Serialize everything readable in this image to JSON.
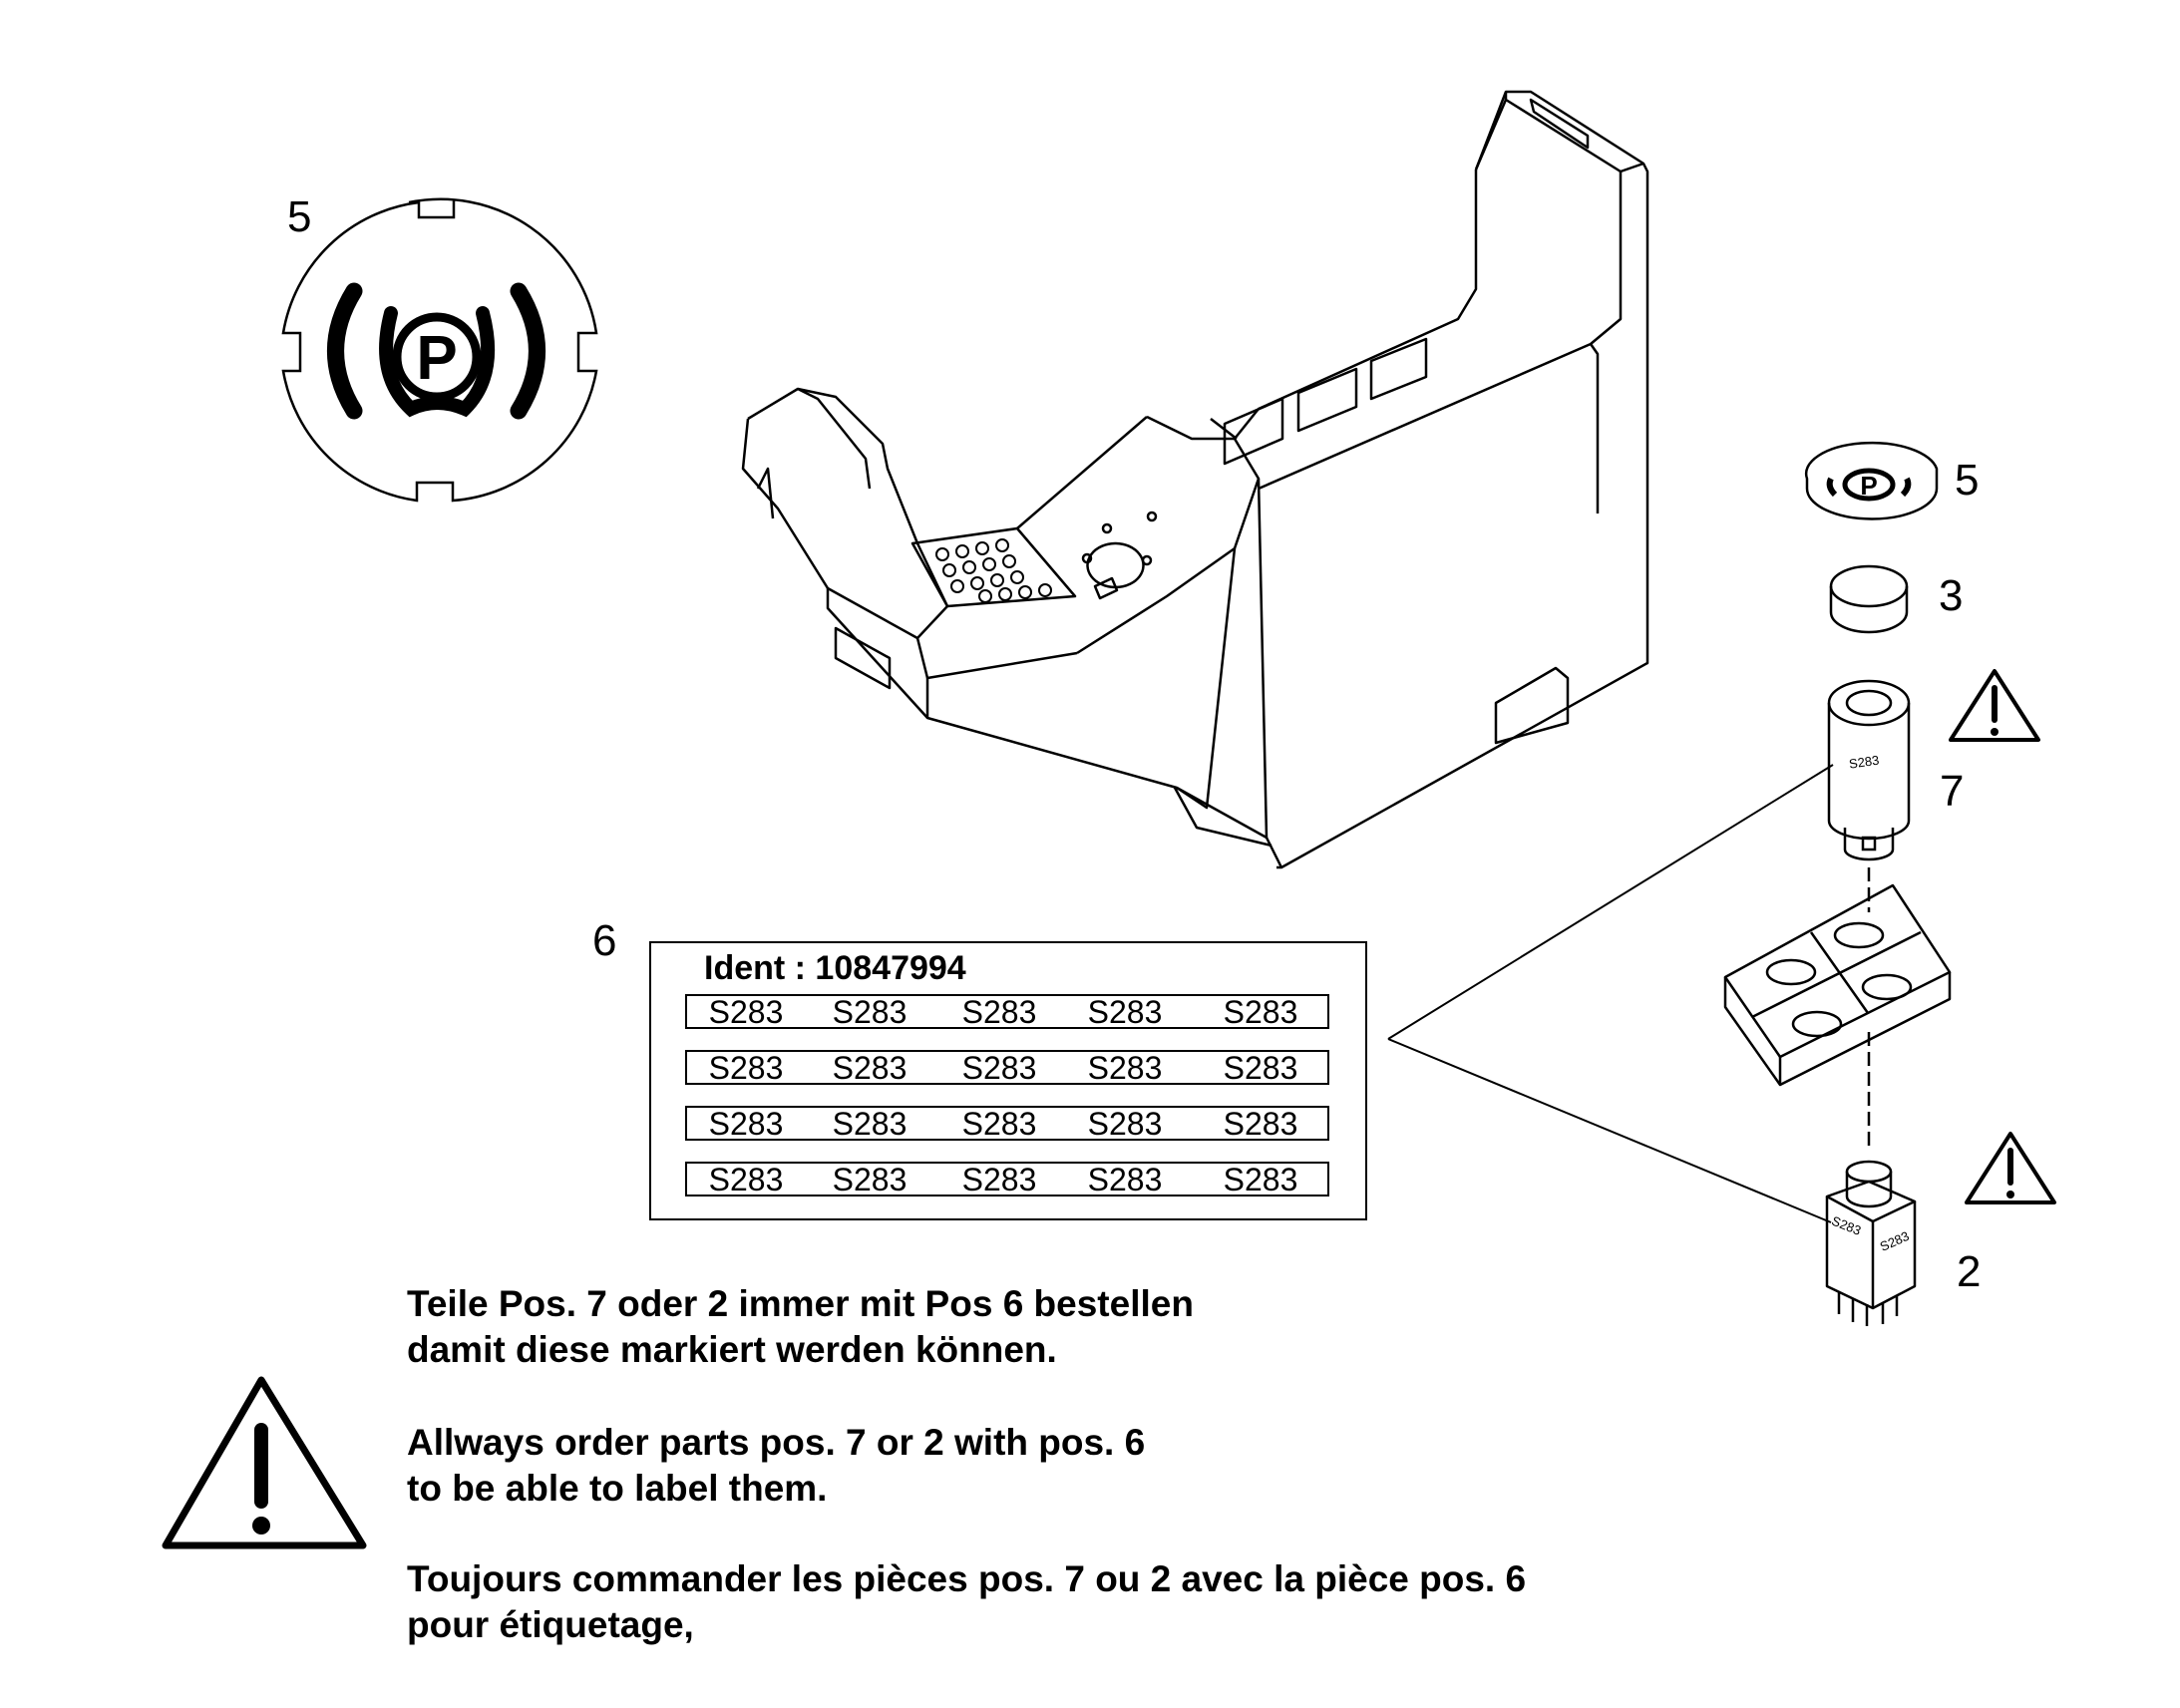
{
  "callouts": {
    "symbol_detail": "5",
    "symbol_cap": "5",
    "cap": "3",
    "switch_round": "7",
    "label_sheet": "6",
    "switch_square": "2"
  },
  "label_sheet": {
    "ident": "Ident : 10847994",
    "rows": [
      [
        "S283",
        "S283",
        "S283",
        "S283",
        "S283"
      ],
      [
        "S283",
        "S283",
        "S283",
        "S283",
        "S283"
      ],
      [
        "S283",
        "S283",
        "S283",
        "S283",
        "S283"
      ],
      [
        "S283",
        "S283",
        "S283",
        "S283",
        "S283"
      ]
    ]
  },
  "part_labels": {
    "switch_round": "S283",
    "switch_square_front": "S283",
    "switch_square_side": "S283"
  },
  "notes": {
    "de": [
      "Teile Pos. 7 oder 2 immer mit Pos 6 bestellen",
      "damit diese markiert werden können."
    ],
    "en": [
      "Allways order parts pos. 7 or 2 with pos. 6",
      "to be able to label them."
    ],
    "fr": [
      "Toujours commander les pièces pos. 7 ou 2 avec la pièce pos.  6",
      "pour étiquetage,"
    ]
  },
  "icons": {
    "parking_brake_symbol": "parking-brake-icon",
    "warning": "warning-triangle-icon"
  }
}
